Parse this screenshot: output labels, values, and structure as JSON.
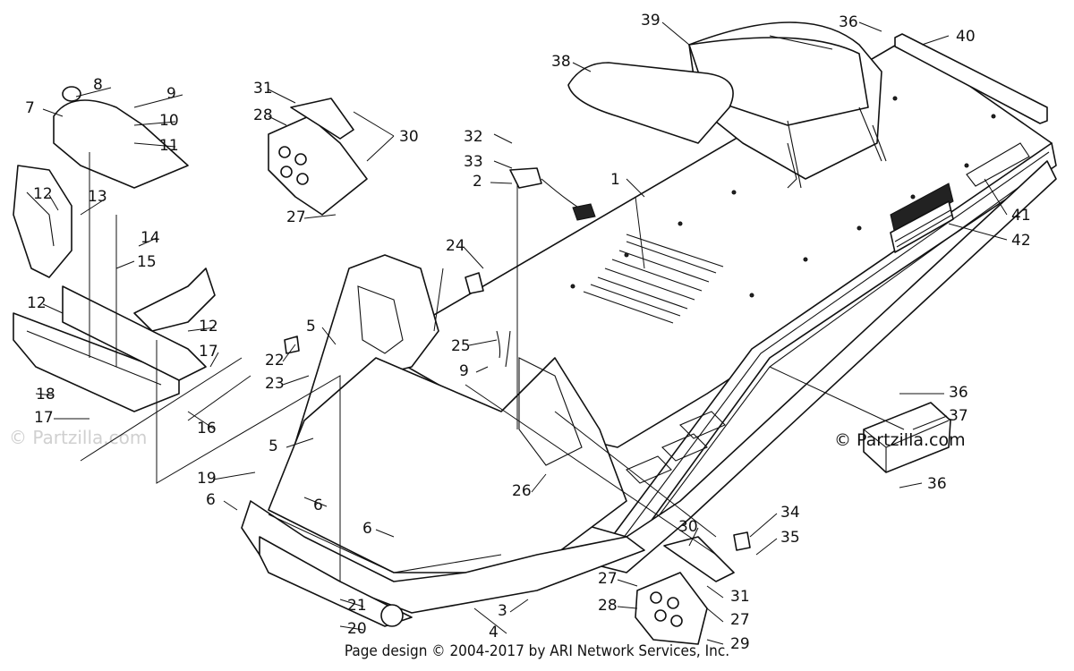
{
  "callouts": [
    "1",
    "2",
    "3",
    "4",
    "5",
    "6",
    "7",
    "8",
    "9",
    "10",
    "11",
    "12",
    "13",
    "14",
    "15",
    "16",
    "17",
    "18",
    "19",
    "20",
    "21",
    "22",
    "23",
    "24",
    "25",
    "26",
    "27",
    "28",
    "29",
    "30",
    "31",
    "32",
    "33",
    "34",
    "35",
    "36",
    "37",
    "38",
    "39",
    "40",
    "41",
    "42"
  ],
  "watermark": "© Partzilla.com",
  "footer": "Page design © 2004-2017 by ARI Network Services, Inc."
}
